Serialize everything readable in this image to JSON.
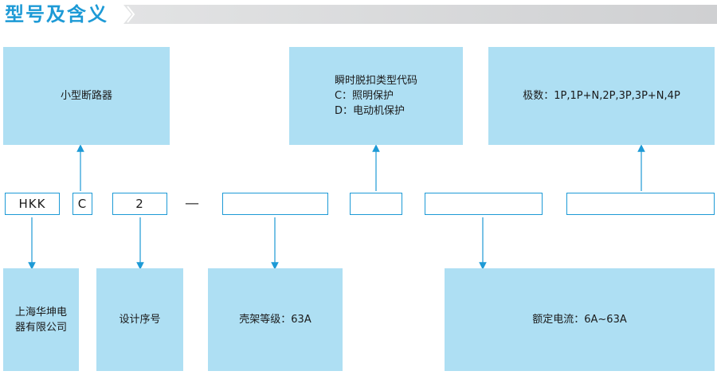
{
  "header": {
    "title": "型号及含义"
  },
  "top_boxes": {
    "breaker_type": "小型断路器",
    "trip_type": {
      "line1": "瞬时脱扣类型代码",
      "line2": "C：照明保护",
      "line3": "D：电动机保护"
    },
    "poles": "极数：1P,1P+N,2P,3P,3P+N,4P"
  },
  "code_row": {
    "code_hkk": "HKK",
    "code_c": "C",
    "code_2": "2",
    "dash": "—"
  },
  "bottom_boxes": {
    "manufacturer_line1": "上海华坤电",
    "manufacturer_line2": "器有限公司",
    "design_number": "设计序号",
    "frame_rating": "壳架等级：63A",
    "rated_current": "额定电流：6A~63A"
  },
  "colors": {
    "accent": "#1d9ad6",
    "box_fill": "#aedff3",
    "header_band": "#d9dadb"
  }
}
